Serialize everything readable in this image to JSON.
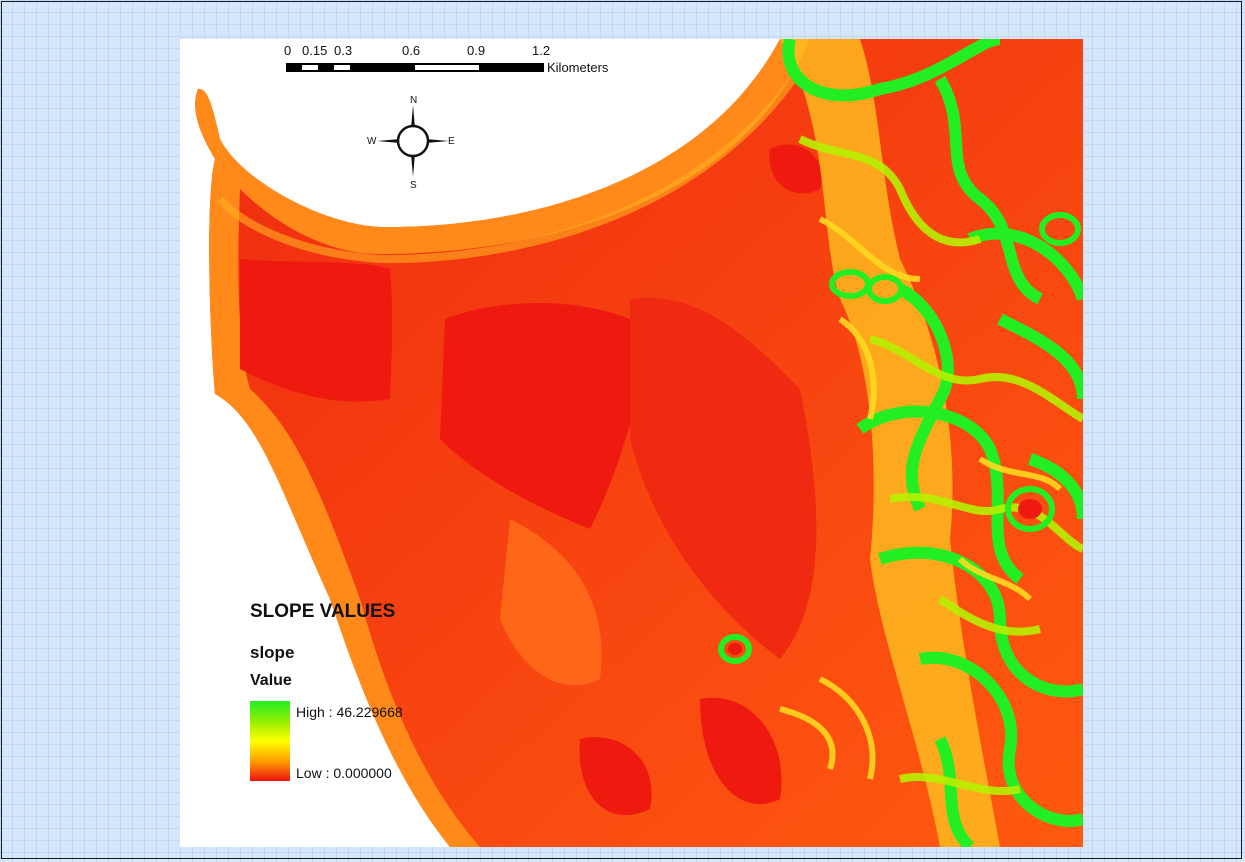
{
  "map": {
    "scale_bar": {
      "ticks": [
        "0",
        "0.15",
        "0.3",
        "0.6",
        "0.9",
        "1.2"
      ],
      "unit": "Kilometers"
    },
    "north_arrow": {
      "n": "N",
      "s": "S",
      "e": "E",
      "w": "W"
    },
    "legend": {
      "title": "SLOPE VALUES",
      "layer": "slope",
      "field": "Value",
      "high_label": "High : 46.229668",
      "low_label": "Low : 0.000000"
    },
    "colors": {
      "high": "#22ee22",
      "mid": "#ffff00",
      "low": "#ee1111",
      "background_grid": "#d6e6fb"
    }
  }
}
